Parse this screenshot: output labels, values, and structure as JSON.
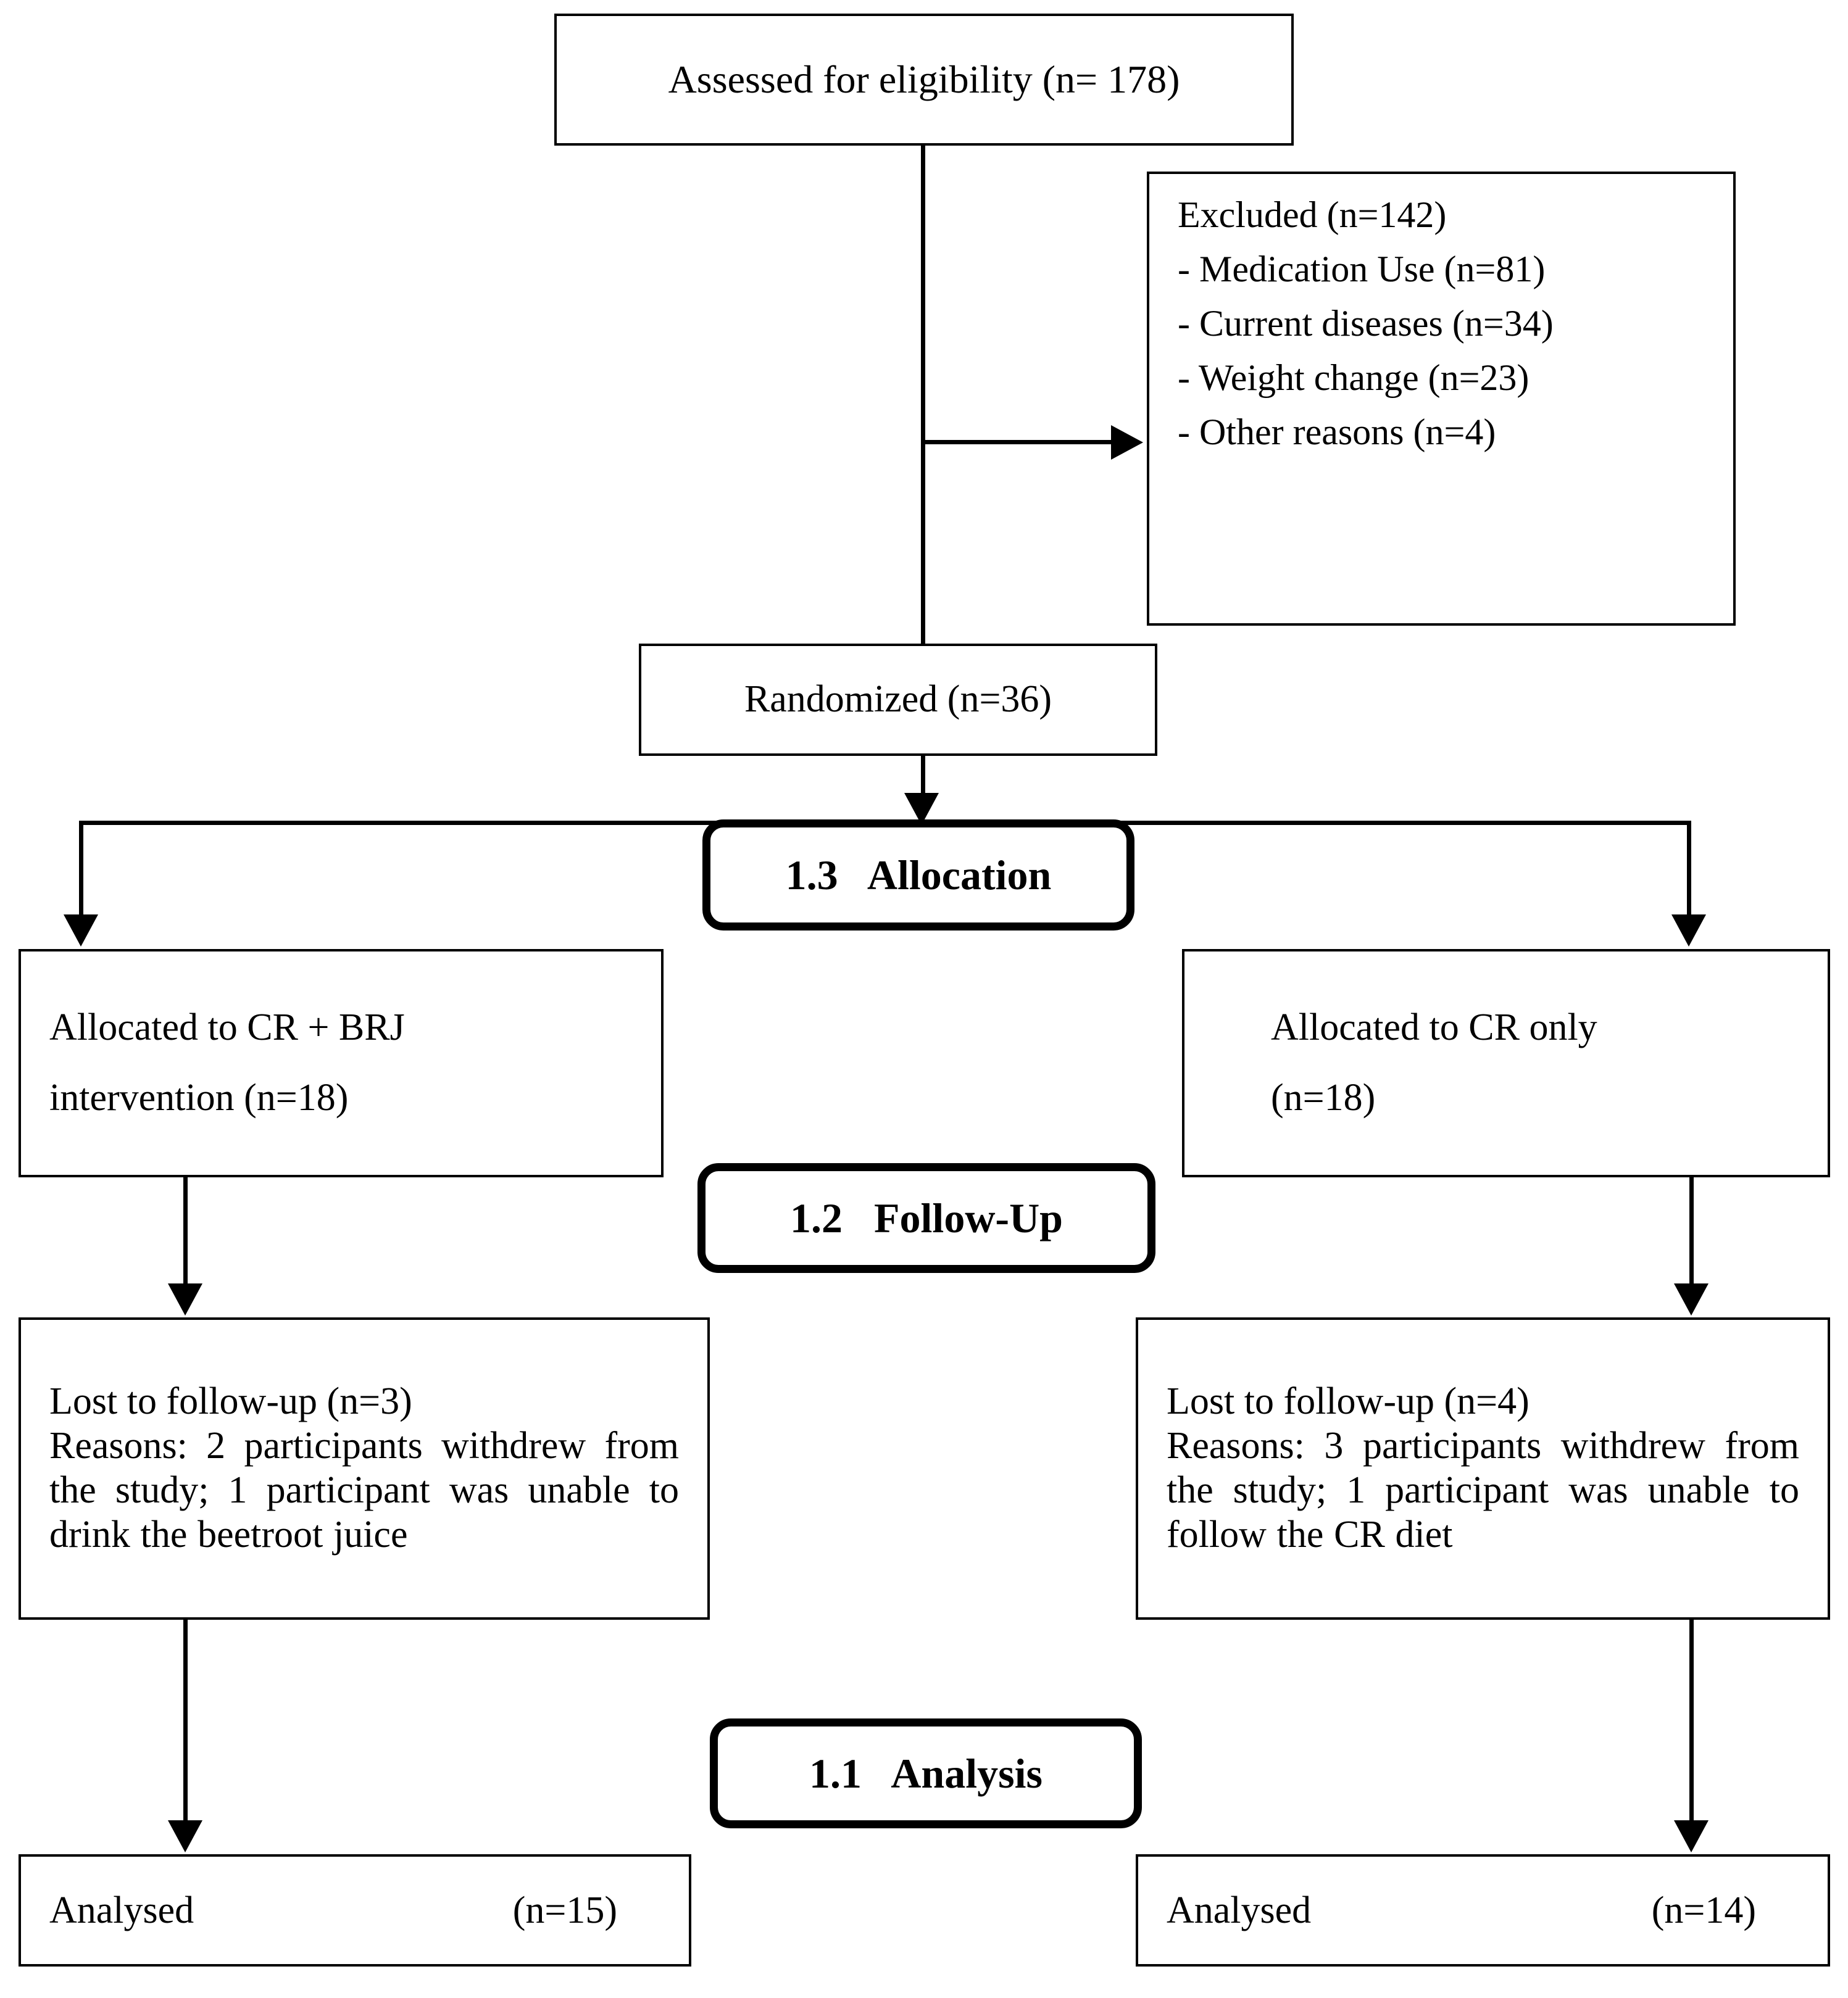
{
  "diagram": {
    "type": "consort-flow-diagram",
    "nodes": {
      "assessed": {
        "label": "Assessed for eligibility (n= 178)"
      },
      "excluded": {
        "title": "Excluded (n=142)",
        "reasons": [
          "- Medication Use (n=81)",
          "- Current diseases (n=34)",
          "- Weight change (n=23)",
          "- Other reasons (n=4)"
        ]
      },
      "randomized": {
        "label": "Randomized (n=36)"
      },
      "allocated_left": {
        "line1": "Allocated to CR + BRJ",
        "line2": "intervention (n=18)"
      },
      "allocated_right": {
        "line1": "Allocated to CR only",
        "line2": "(n=18)"
      },
      "lost_left": {
        "heading": "Lost to follow-up (n=3)",
        "reasons": "Reasons: 2 participants withdrew from the study; 1 participant was unable to drink the beetroot juice"
      },
      "lost_right": {
        "heading": "Lost to follow-up (n=4)",
        "reasons": "Reasons: 3 participants withdrew from the study; 1 participant was unable to follow the CR diet"
      },
      "analysed_left": {
        "label": "Analysed",
        "count": "(n=15)"
      },
      "analysed_right": {
        "label": "Analysed",
        "count": "(n=14)"
      }
    },
    "banners": {
      "allocation": "1.3   Allocation",
      "followup": "1.2   Follow-Up",
      "analysis": "1.1   Analysis"
    },
    "colors": {
      "stroke": "#000000",
      "background": "#ffffff",
      "text": "#000000"
    }
  }
}
